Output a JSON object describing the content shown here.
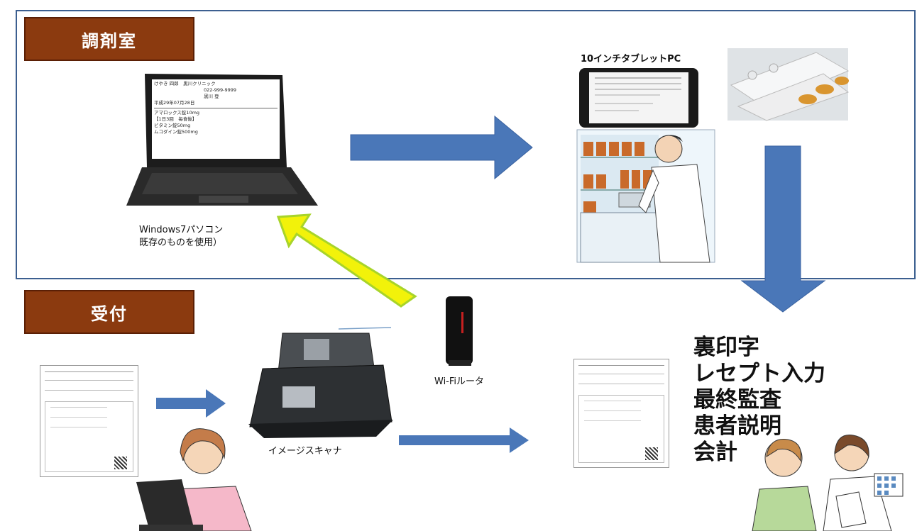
{
  "sections": {
    "pharmacy_room": "調剤室",
    "reception": "受付"
  },
  "labels": {
    "tablet": "10インチタブレットPC",
    "laptop_line1": "Windows7パソコン",
    "laptop_line2": "既存のものを使用）",
    "router": "Wi-Fiルータ",
    "scanner": "イメージスキャナ"
  },
  "tasks": [
    "裏印字",
    "レセプト入力",
    "最終監査",
    "患者説明",
    "会計"
  ],
  "screen_text": {
    "name": "けやき 四郎",
    "clinic": "黒川クリニック",
    "phone": "022-999-9999",
    "doctor": "黒川 登",
    "date": "平成29年07月28日",
    "drug1": "アマロックス錠10mg",
    "dose1": "【1日3回　毎食後】",
    "drug2": "ビタミン錠50mg",
    "drug3": "ムコダイン錠500mg"
  },
  "colors": {
    "frame": "#3c5f90",
    "tag_bg": "#8b3a0f",
    "arrow_blue": "#4a77b8",
    "arrow_yellow": "#f2f20a"
  }
}
